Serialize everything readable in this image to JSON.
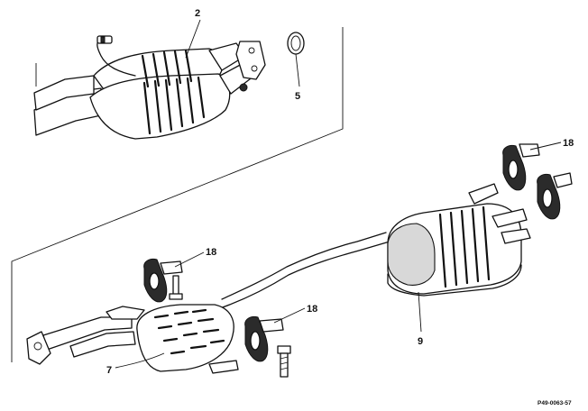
{
  "labels": {
    "catalytic_converter": "2",
    "gasket": "5",
    "rear_muffler": "9",
    "front_muffler": "7",
    "hanger_right": "18",
    "hanger_left": "18",
    "hanger_center": "18"
  },
  "reference_code": "P49-0063-57",
  "colors": {
    "line": "#111111",
    "shade": "#d8d8d8",
    "background": "#ffffff"
  }
}
